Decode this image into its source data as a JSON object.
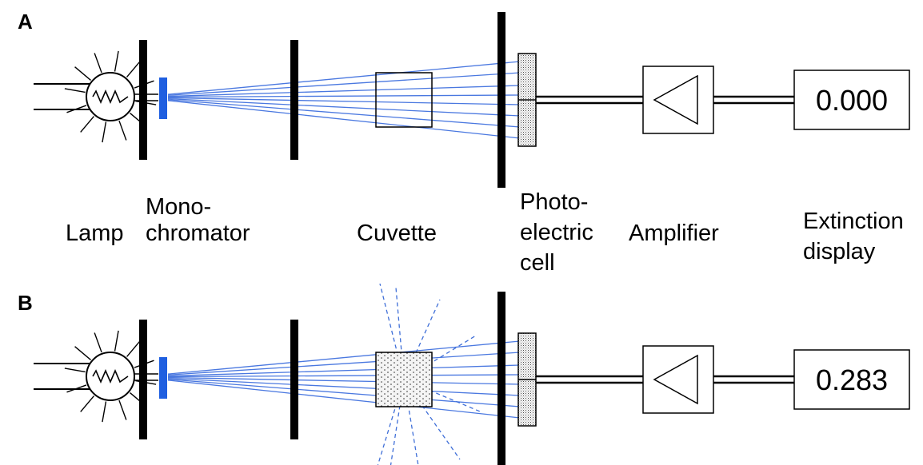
{
  "panels": [
    {
      "letter": "A",
      "display_value": "0.000",
      "sample_scatters": false
    },
    {
      "letter": "B",
      "display_value": "0.283",
      "sample_scatters": true
    }
  ],
  "labels": {
    "lamp": "Lamp",
    "monochromator": [
      "Mono-",
      "chromator"
    ],
    "cuvette": "Cuvette",
    "photocell": [
      "Photo-",
      "electric",
      "cell"
    ],
    "amplifier": "Amplifier",
    "display": [
      "Extinction",
      "display"
    ]
  },
  "colors": {
    "beam": "#4a78e0",
    "monochromator": "#1f5fe0",
    "scatter": "#3f6fd8",
    "ink": "#000000"
  },
  "icons": {
    "lamp": "lamp-bulb-icon",
    "amplifier": "amplifier-triangle-icon"
  }
}
